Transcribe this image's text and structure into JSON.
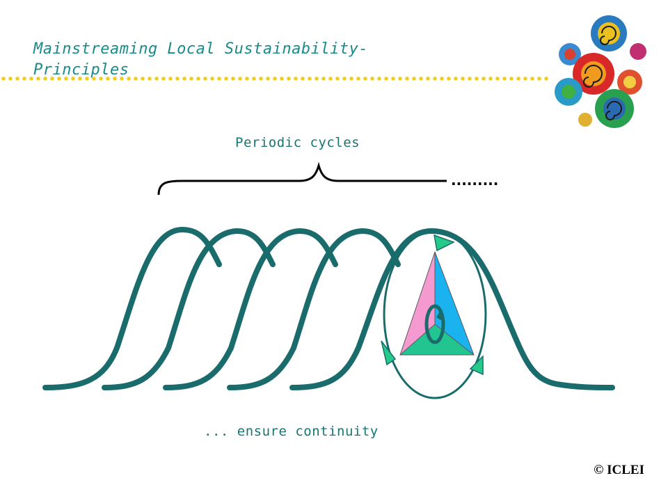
{
  "slide": {
    "title": "Mainstreaming Local Sustainability- Principles",
    "copyright": "© ICLEI"
  },
  "diagram": {
    "top_label": "Periodic cycles",
    "bottom_label": "... ensure continuity",
    "colors": {
      "wave": "#1a6b6b",
      "accent_arrows": "#25c98a",
      "triangle_left": "#f49ad0",
      "triangle_right": "#1ab3f0",
      "triangle_bottom": "#22c590",
      "dotted_rule": "#f2cc1a"
    }
  },
  "logo": {
    "icon": "iclei-swirl-logo-icon"
  }
}
